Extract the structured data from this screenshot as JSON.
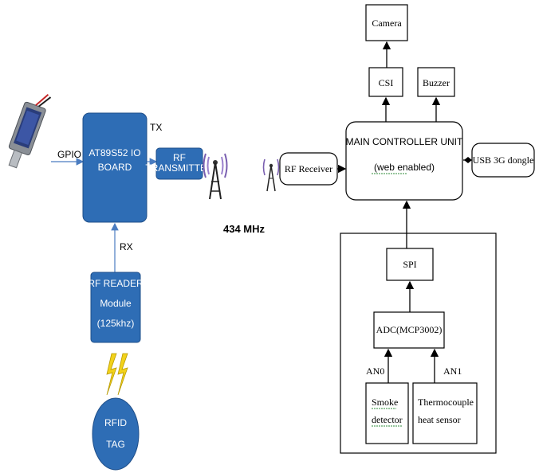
{
  "left": {
    "gpio_label": "GPIO",
    "board_line1": "AT89S52 IO",
    "board_line2": "BOARD",
    "tx_label": "TX",
    "rf_tx_line1": "RF",
    "rf_tx_line2": "TRANSMITTER",
    "rx_label": "RX",
    "reader_line1": "RF READER",
    "reader_line2": "Module",
    "reader_line3": "(125khz)",
    "tag_line1": "RFID",
    "tag_line2": "TAG",
    "frequency": "434 MHz"
  },
  "right": {
    "camera": "Camera",
    "csi": "CSI",
    "buzzer": "Buzzer",
    "main_line1": "MAIN CONTROLLER UNIT",
    "main_line2": "(web enabled)",
    "rf_receiver": "RF Receiver",
    "usb": "USB 3G dongle",
    "spi": "SPI",
    "adc": "ADC(MCP3002)",
    "an0": "AN0",
    "an1": "AN1",
    "smoke_line1": "Smoke",
    "smoke_line2": "detector",
    "thermo_line1": "Thermocouple",
    "thermo_line2": "heat sensor"
  },
  "colors": {
    "block_blue": "#2e6db5",
    "lightning_yellow": "#f2d21b",
    "antenna_purple": "#7a5fb0"
  }
}
